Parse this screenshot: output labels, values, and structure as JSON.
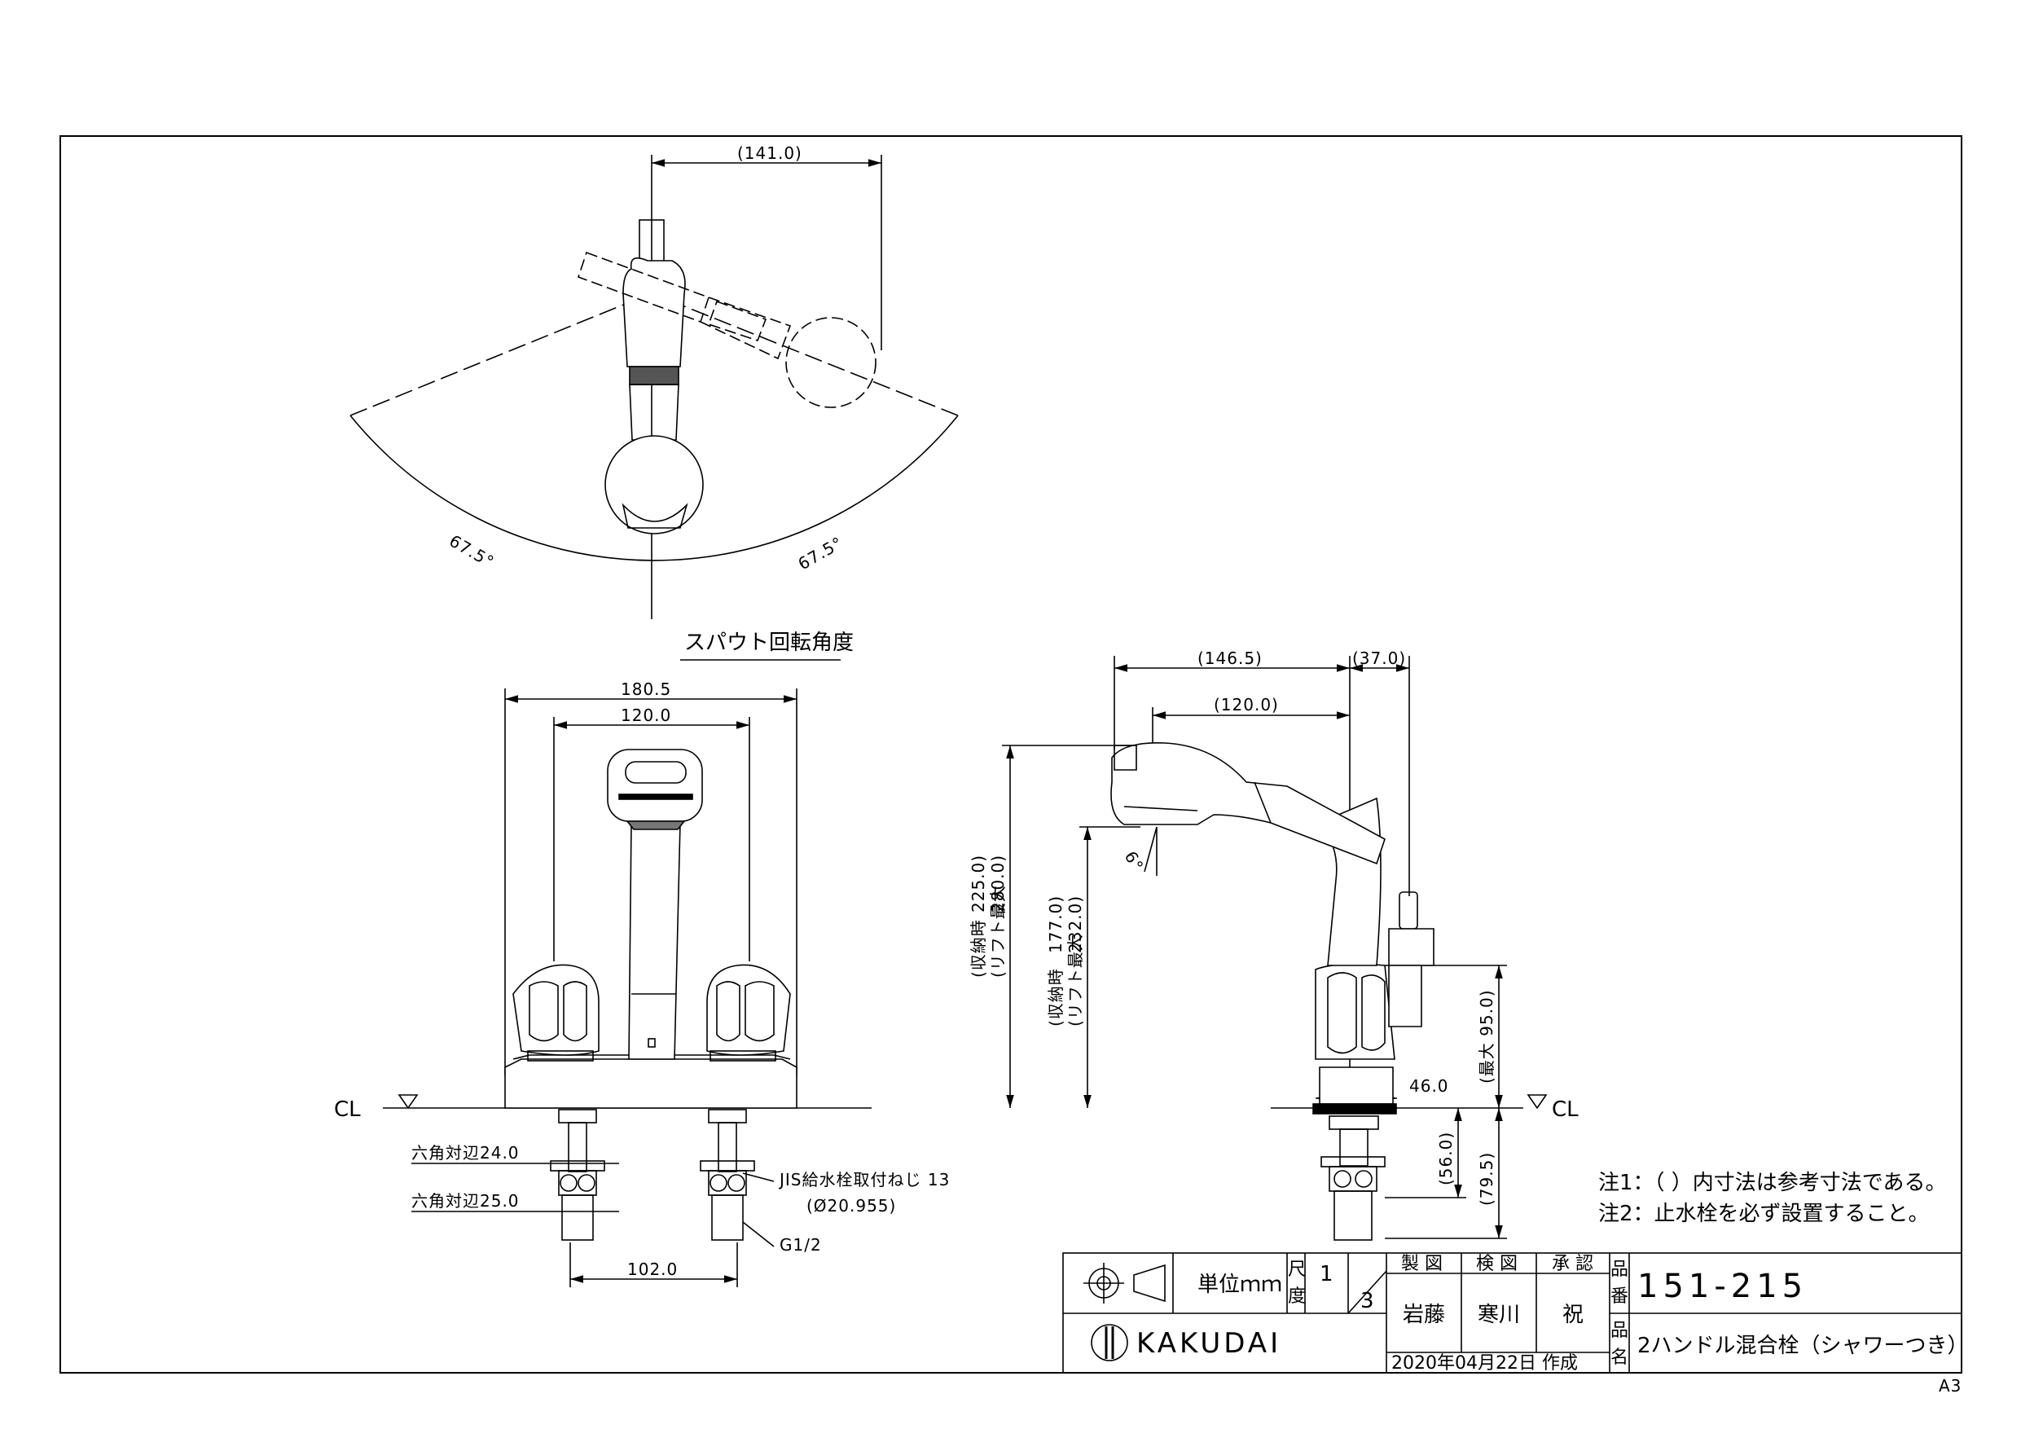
{
  "top_view": {
    "dim_width": "(141.0)",
    "angle_left": "67.5°",
    "angle_right": "67.5°",
    "caption": "スパウト回転角度"
  },
  "front_view": {
    "dim_overall": "180.5",
    "dim_center": "120.0",
    "dim_pipe_spacing": "102.0",
    "hex_upper": "六角対辺24.0",
    "hex_lower": "六角対辺25.0",
    "thread_spec": "JIS給水栓取付ねじ 13",
    "thread_dia": "(Ø20.955)",
    "thread_g": "G1/2",
    "cl": "CL"
  },
  "side_view": {
    "dim_reach": "(146.5)",
    "dim_offset": "(37.0)",
    "dim_inner": "(120.0)",
    "angle_tilt": "6°",
    "h_stowed_label": "(収納時",
    "h_stowed_val": "225.0)",
    "h_lift_label": "(リフト最大",
    "h_lift_val": "280.0)",
    "h2_stowed_label": "(収納時",
    "h2_stowed_val": "177.0)",
    "h2_lift_label": "(リフト最大",
    "h2_lift_val": "232.0)",
    "dim_max95": "(最大 95.0)",
    "dim_46": "46.0",
    "dim_56": "(56.0)",
    "dim_79": "(79.5)",
    "cl": "CL"
  },
  "notes": [
    "注1：（ ）内寸法は参考寸法である。",
    "注2：止水栓を必ず設置すること。"
  ],
  "title_block": {
    "unit": "単位ｍｍ",
    "scale_label_1": "尺",
    "scale_label_2": "度",
    "scale_num": "1",
    "scale_den": "3",
    "made_h": "製 図",
    "check_h": "検 図",
    "approve_h": "承 認",
    "made_v": "岩藤",
    "check_v": "寒川",
    "approve_v": "祝",
    "no_label_1": "品",
    "no_label_2": "番",
    "name_label_1": "品",
    "name_label_2": "名",
    "part_no": "151-215",
    "part_name": "2ハンドル混合栓（シャワーつき）",
    "date": "2020年04月22日 作成",
    "brand": "KAKUDAI",
    "paper": "A3"
  }
}
